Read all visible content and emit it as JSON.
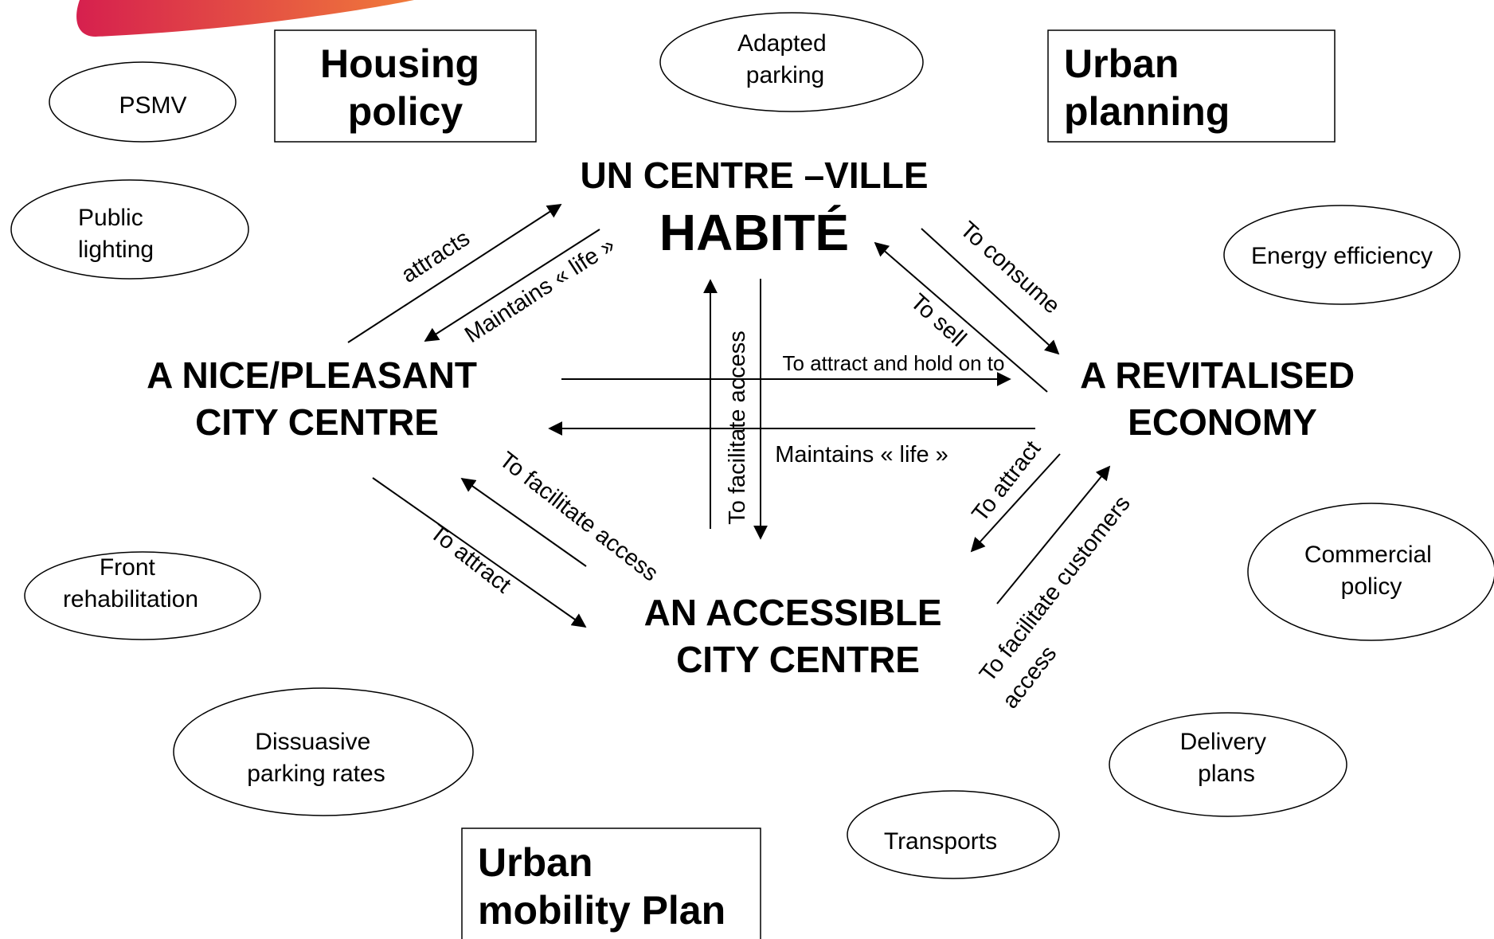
{
  "colors": {
    "logo_swoosh_start": "#d6204e",
    "logo_swoosh_end": "#f07a3a",
    "ink": "#000000"
  },
  "boxes": {
    "housing_policy": [
      "Housing",
      "policy"
    ],
    "urban_planning": [
      "Urban",
      "planning"
    ],
    "urban_mobility_plan": [
      "Urban",
      "mobility Plan"
    ]
  },
  "ovals": {
    "psmv": [
      "PSMV"
    ],
    "adapted_parking": [
      "Adapted",
      "parking"
    ],
    "public_lighting": [
      "Public",
      "lighting"
    ],
    "energy_efficiency": [
      "Energy efficiency"
    ],
    "front_rehabilitation": [
      "Front",
      "rehabilitation"
    ],
    "commercial_policy": [
      "Commercial",
      "policy"
    ],
    "dissuasive_parking_rates": [
      "Dissuasive",
      "parking rates"
    ],
    "delivery_plans": [
      "Delivery",
      "plans"
    ],
    "transports": [
      "Transports"
    ]
  },
  "nodes": {
    "habite": {
      "line1": "UN CENTRE –VILLE",
      "line2": "HABITÉ"
    },
    "pleasant": {
      "line1": "A NICE/PLEASANT",
      "line2": "CITY CENTRE"
    },
    "revitalised": {
      "line1": "A REVITALISED",
      "line2": "ECONOMY"
    },
    "accessible": {
      "line1": "AN ACCESSIBLE",
      "line2": "CITY CENTRE"
    }
  },
  "edges": {
    "attracts": "attracts",
    "maintains_life_1": "Maintains « life »",
    "to_consume": "To consume",
    "to_sell": "To sell",
    "to_attract_hold": "To attract and hold on to",
    "maintains_life_2": "Maintains « life »",
    "to_facilitate_access_v": "To facilitate access",
    "to_attract_right": "To attract",
    "to_facilitate_access_diag": "To facilitate access",
    "to_attract_left": "To attract",
    "to_facilitate_customers_1": "To facilitate customers",
    "to_facilitate_customers_2": "access"
  }
}
